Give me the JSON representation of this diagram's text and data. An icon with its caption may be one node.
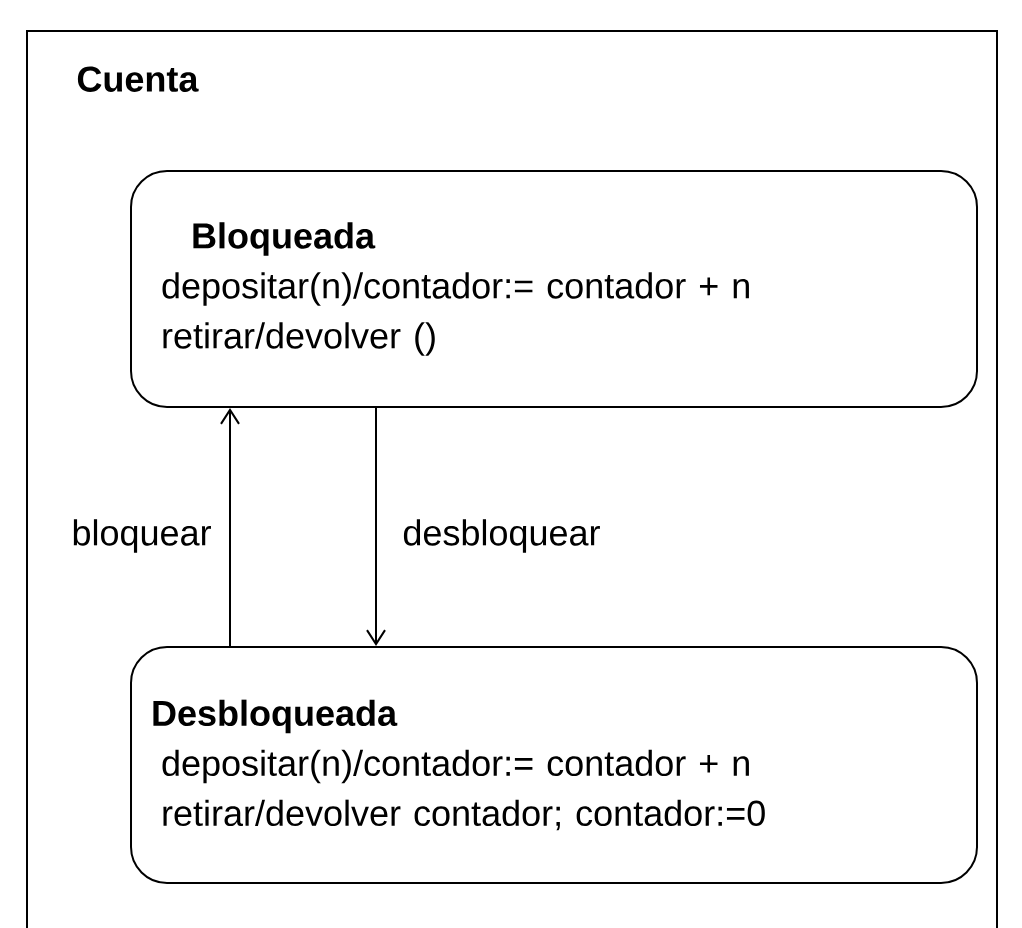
{
  "diagram": {
    "nodes": [
      {
        "text": [
          "Cuenta"
        ]
      },
      {
        "text": [
          "Bloqueada",
          "depositar(n)/contador:= contador + n",
          "retirar/devolver ()"
        ],
        "in": 0
      },
      {
        "text": [
          "Desbloqueada",
          "depositar(n)/contador:= contador + n",
          "retirar/devolver contador; contador:=0"
        ],
        "in": 0
      }
    ],
    "edges": [
      {
        "from": 2,
        "to": 1,
        "arrow": "to",
        "label": "bloquear"
      },
      {
        "from": 1,
        "to": 2,
        "arrow": "to",
        "label": "desbloquear"
      }
    ]
  }
}
